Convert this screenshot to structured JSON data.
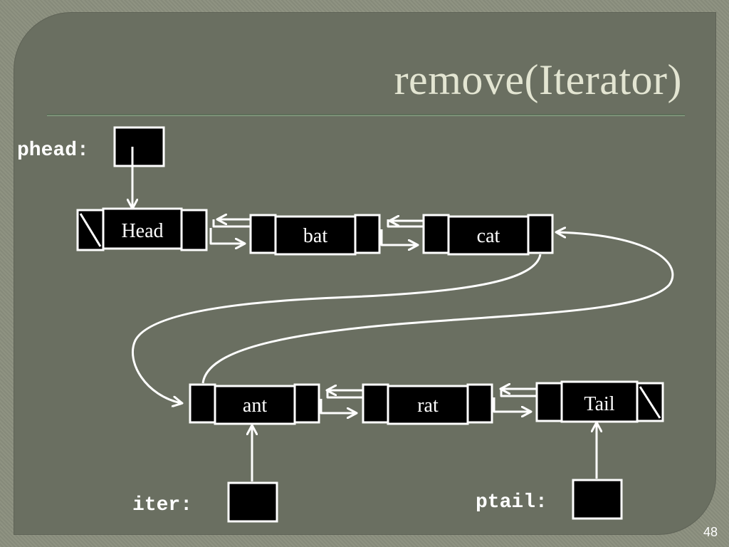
{
  "slide": {
    "title": "remove(Iterator)",
    "page_number": "48"
  },
  "pointers": {
    "phead_label": "phead:",
    "iter_label": "iter:",
    "ptail_label": "ptail:"
  },
  "nodes": {
    "head": "Head",
    "bat": "bat",
    "cat": "cat",
    "ant": "ant",
    "rat": "rat",
    "tail": "Tail"
  },
  "colors": {
    "slide_background": "#6a6f61",
    "node_fill": "#000000",
    "stroke": "#ffffff",
    "title": "#e3e5d2"
  }
}
